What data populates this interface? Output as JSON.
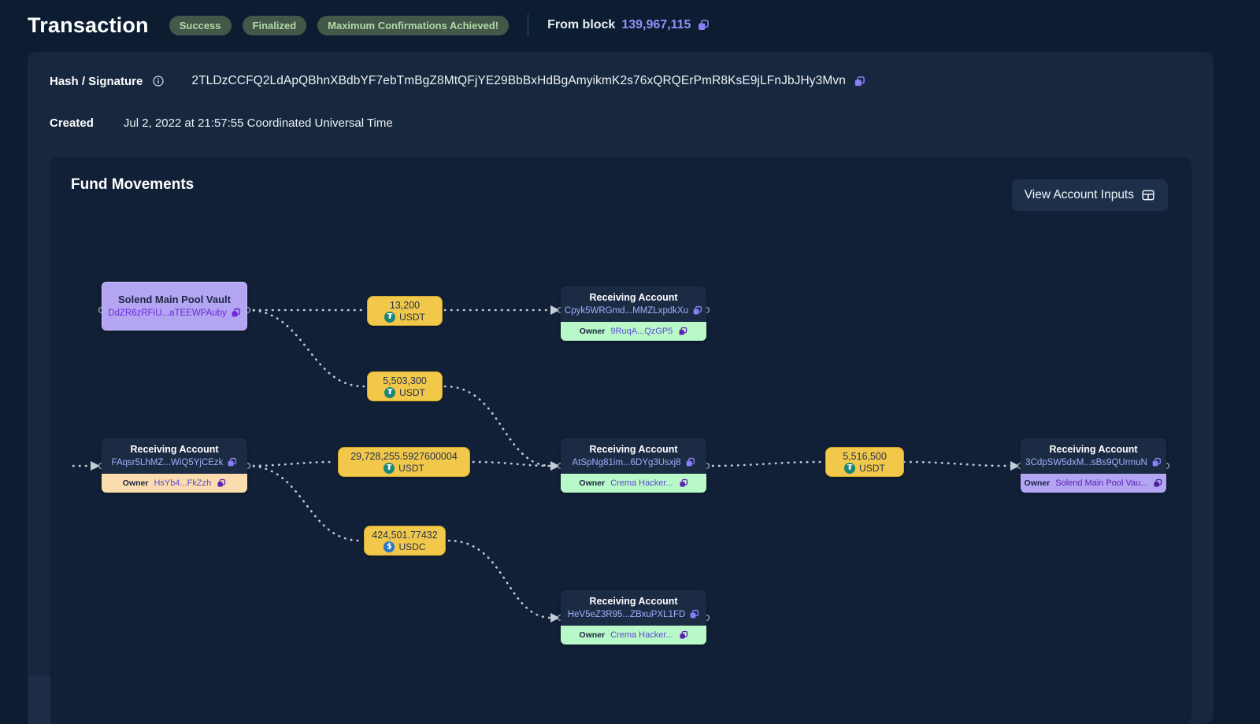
{
  "header": {
    "title": "Transaction",
    "badges": [
      {
        "label": "Success"
      },
      {
        "label": "Finalized"
      },
      {
        "label": "Maximum Confirmations Achieved!"
      }
    ],
    "from_block_label": "From block",
    "from_block_value": "139,967,115"
  },
  "details": {
    "hash_label": "Hash / Signature",
    "hash_value": "2TLDzCCFQ2LdApQBhnXBdbYF7ebTmBgZ8MtQFjYE29BbBxHdBgAmyikmK2s76xQRQErPmR8KsE9jLFnJbJHy3Mvn",
    "created_label": "Created",
    "created_value": "Jul 2, 2022 at 21:57:55 Coordinated Universal Time"
  },
  "fund_movements": {
    "title": "Fund Movements",
    "view_inputs_button": "View Account Inputs",
    "owner_label": "Owner",
    "accounts": [
      {
        "title": "Solend Main Pool Vault",
        "address": "DdZR6zRFiU...aTEEWPAuby"
      },
      {
        "title": "Receiving Account",
        "address": "Cpyk5WRGmd...MMZLxpdkXu",
        "owner": "9RuqA...QzGP5"
      },
      {
        "title": "Receiving Account",
        "address": "FAqsr5LhMZ...WiQ5YjCEzk",
        "owner": "HsYb4...FkZzh"
      },
      {
        "title": "Receiving Account",
        "address": "AtSpNg81im...6DYg3Usxj8",
        "owner": "Crema Hacker..."
      },
      {
        "title": "Receiving Account",
        "address": "HeV5eZ3R95...ZBxuPXL1FD",
        "owner": "Crema Hacker..."
      },
      {
        "title": "Receiving Account",
        "address": "3CdpSW5dxM...sBs9QUrmuN",
        "owner": "Solend Main Pool Vau..."
      }
    ],
    "transfers": [
      {
        "amount": "13,200",
        "token": "USDT"
      },
      {
        "amount": "5,503,300",
        "token": "USDT"
      },
      {
        "amount": "29,728,255.5927600004",
        "token": "USDT"
      },
      {
        "amount": "424,501.77432",
        "token": "USDC"
      },
      {
        "amount": "5,516,500",
        "token": "USDT"
      }
    ]
  },
  "colors": {
    "page_bg": "#0d1d31",
    "card_bg": "#16273e",
    "panel_bg": "#112036",
    "node_dark_bg": "#1c2b44",
    "vault_purple": "#b3a5f2",
    "amount_yellow": "#f2c84b",
    "owner_green": "#b9f8c8",
    "owner_peach": "#fbdcae",
    "owner_purple": "#b3a5f2",
    "badge_green_bg": "#44584a",
    "badge_green_text": "#b2d9a6",
    "accent_indigo": "#8f93f7",
    "copy_icon_purple": "#7c5ff0",
    "usdt_teal": "#1d8577",
    "usdc_blue": "#2775ca",
    "edge_gray": "#c3cbd6"
  }
}
